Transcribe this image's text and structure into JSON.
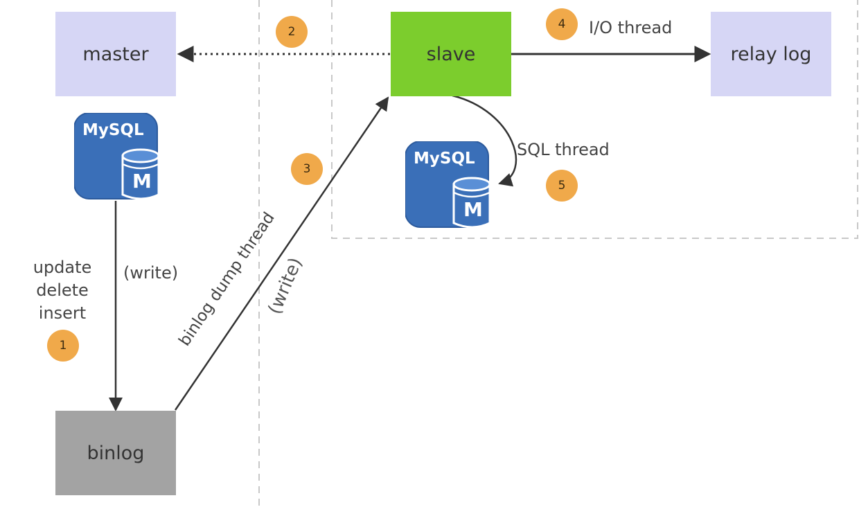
{
  "nodes": {
    "master": "master",
    "slave": "slave",
    "relay_log": "relay log",
    "binlog": "binlog"
  },
  "mysql_icon": {
    "brand": "MySQL",
    "badge": "M"
  },
  "labels": {
    "operations": [
      "update",
      "delete",
      "insert"
    ],
    "write_master": "(write)",
    "binlog_dump_thread": "binlog dump thread",
    "write_rotated": "(write)",
    "io_thread": "I/O thread",
    "sql_thread": "SQL thread"
  },
  "steps": [
    "1",
    "2",
    "3",
    "4",
    "5"
  ],
  "colors": {
    "master_box": "#d6d6f5",
    "relay_box": "#d6d6f5",
    "slave_box": "#7ccd2d",
    "binlog_box": "#a3a3a3",
    "badge": "#f0a94a",
    "mysql_blue": "#3a6fb8",
    "arrow": "#333333",
    "dashed_border": "#c8c8c8"
  }
}
